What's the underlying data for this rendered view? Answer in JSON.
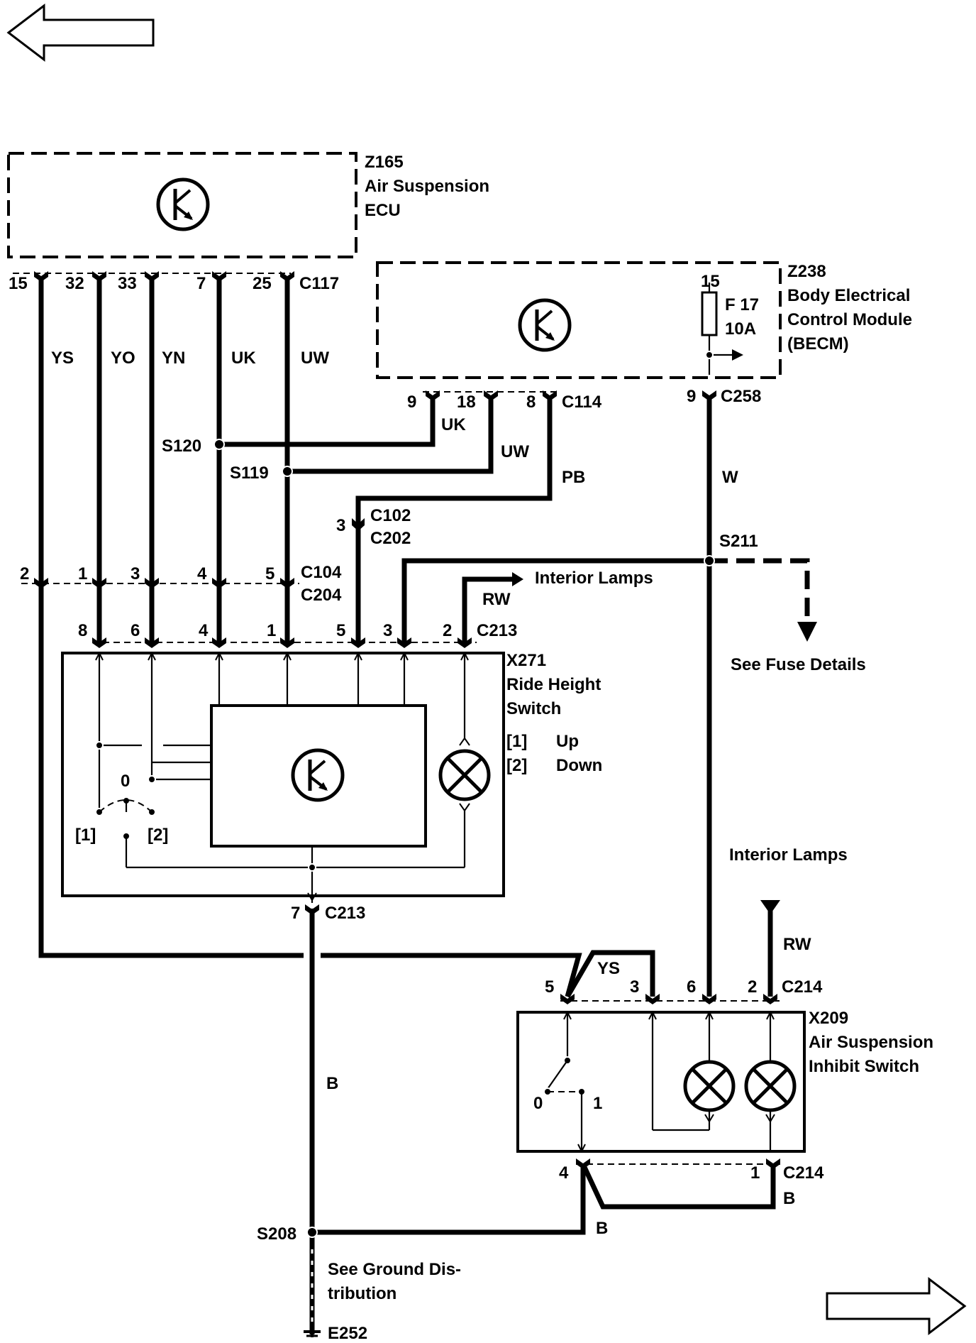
{
  "components": {
    "z165": {
      "id": "Z165",
      "name_line1": "Air Suspension",
      "name_line2": "ECU"
    },
    "z238": {
      "id": "Z238",
      "name_line1": "Body Electrical",
      "name_line2": "Control Module",
      "name_line3": "(BECM)",
      "fuse_pin": "15",
      "fuse_name": "F 17",
      "fuse_rating": "10A"
    },
    "x271": {
      "id": "X271",
      "name_line1": "Ride Height",
      "name_line2": "Switch",
      "opt1_key": "[1]",
      "opt1_val": "Up",
      "opt2_key": "[2]",
      "opt2_val": "Down",
      "pos0": "0",
      "pos1": "[1]",
      "pos2": "[2]"
    },
    "x209": {
      "id": "X209",
      "name_line1": "Air Suspension",
      "name_line2": "Inhibit Switch",
      "pos0": "0",
      "pos1": "1"
    }
  },
  "connectors": {
    "c117": {
      "name": "C117",
      "pins": [
        "15",
        "32",
        "33",
        "7",
        "25"
      ]
    },
    "c114": {
      "name": "C114",
      "pins": [
        "9",
        "18",
        "8"
      ]
    },
    "c258": {
      "name": "C258",
      "pin": "9"
    },
    "c102": {
      "name1": "C102",
      "name2": "C202",
      "pin": "3"
    },
    "c104": {
      "name1": "C104",
      "name2": "C204",
      "pins": [
        "2",
        "1",
        "3",
        "4",
        "5"
      ]
    },
    "c213_top": {
      "name": "C213",
      "pins": [
        "8",
        "6",
        "4",
        "1",
        "5",
        "3",
        "2"
      ]
    },
    "c213_bot": {
      "name": "C213",
      "pin": "7"
    },
    "c214_top": {
      "name": "C214",
      "pins": [
        "5",
        "3",
        "6",
        "2"
      ]
    },
    "c214_bot": {
      "name": "C214",
      "pins": [
        "4",
        "1"
      ]
    }
  },
  "wires": {
    "ys": "YS",
    "yo": "YO",
    "yn": "YN",
    "uk": "UK",
    "uw": "UW",
    "uk2": "UK",
    "uw2": "UW",
    "pb": "PB",
    "w": "W",
    "rw1": "RW",
    "rw2": "RW",
    "ys2": "YS",
    "b1": "B",
    "b2": "B",
    "b3": "B"
  },
  "splices": {
    "s120": "S120",
    "s119": "S119",
    "s211": "S211",
    "s208": "S208"
  },
  "grounds": {
    "e252": "E252"
  },
  "notes": {
    "interior_lamps_1": "Interior Lamps",
    "interior_lamps_2": "Interior Lamps",
    "fuse_details": "See Fuse Details",
    "ground_dist_1": "See Ground Dis-",
    "ground_dist_2": "tribution"
  },
  "navigation": {
    "prev_page": "arrow-left-icon",
    "next_page": "arrow-right-icon"
  }
}
